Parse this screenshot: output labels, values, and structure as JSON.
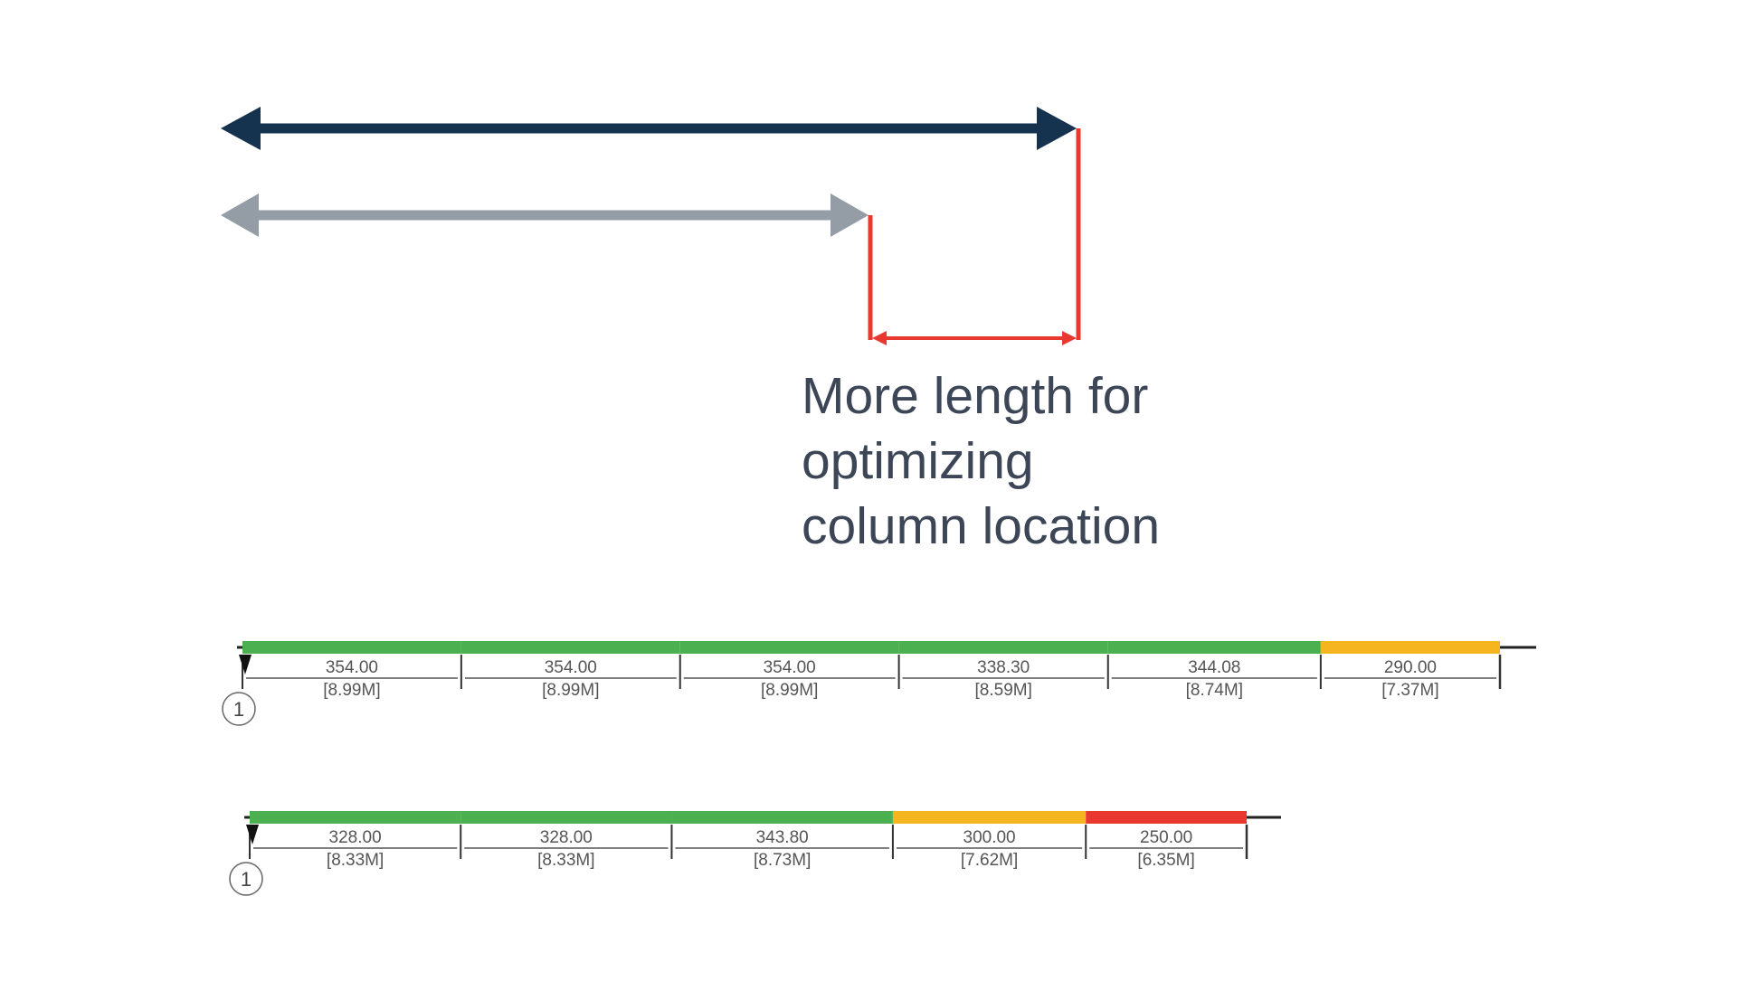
{
  "callout": {
    "line1": "More length for",
    "line2": "optimizing",
    "line3": "column location"
  },
  "colors": {
    "long_arrow": "#15324f",
    "short_arrow": "#949ca6",
    "bracket": "#e8382f",
    "good_span": "#4caf50",
    "warn_span": "#f5b51e",
    "bad_span": "#e8382f"
  },
  "beam_top": {
    "grid_label": "1",
    "spans": [
      {
        "value": "354.00",
        "metric": "[8.99M]",
        "status": "good"
      },
      {
        "value": "354.00",
        "metric": "[8.99M]",
        "status": "good"
      },
      {
        "value": "354.00",
        "metric": "[8.99M]",
        "status": "good"
      },
      {
        "value": "338.30",
        "metric": "[8.59M]",
        "status": "good"
      },
      {
        "value": "344.08",
        "metric": "[8.74M]",
        "status": "good"
      },
      {
        "value": "290.00",
        "metric": "[7.37M]",
        "status": "warn"
      }
    ]
  },
  "beam_bottom": {
    "grid_label": "1",
    "spans": [
      {
        "value": "328.00",
        "metric": "[8.33M]",
        "status": "good"
      },
      {
        "value": "328.00",
        "metric": "[8.33M]",
        "status": "good"
      },
      {
        "value": "343.80",
        "metric": "[8.73M]",
        "status": "good"
      },
      {
        "value": "300.00",
        "metric": "[7.62M]",
        "status": "warn"
      },
      {
        "value": "250.00",
        "metric": "[6.35M]",
        "status": "bad"
      }
    ]
  }
}
